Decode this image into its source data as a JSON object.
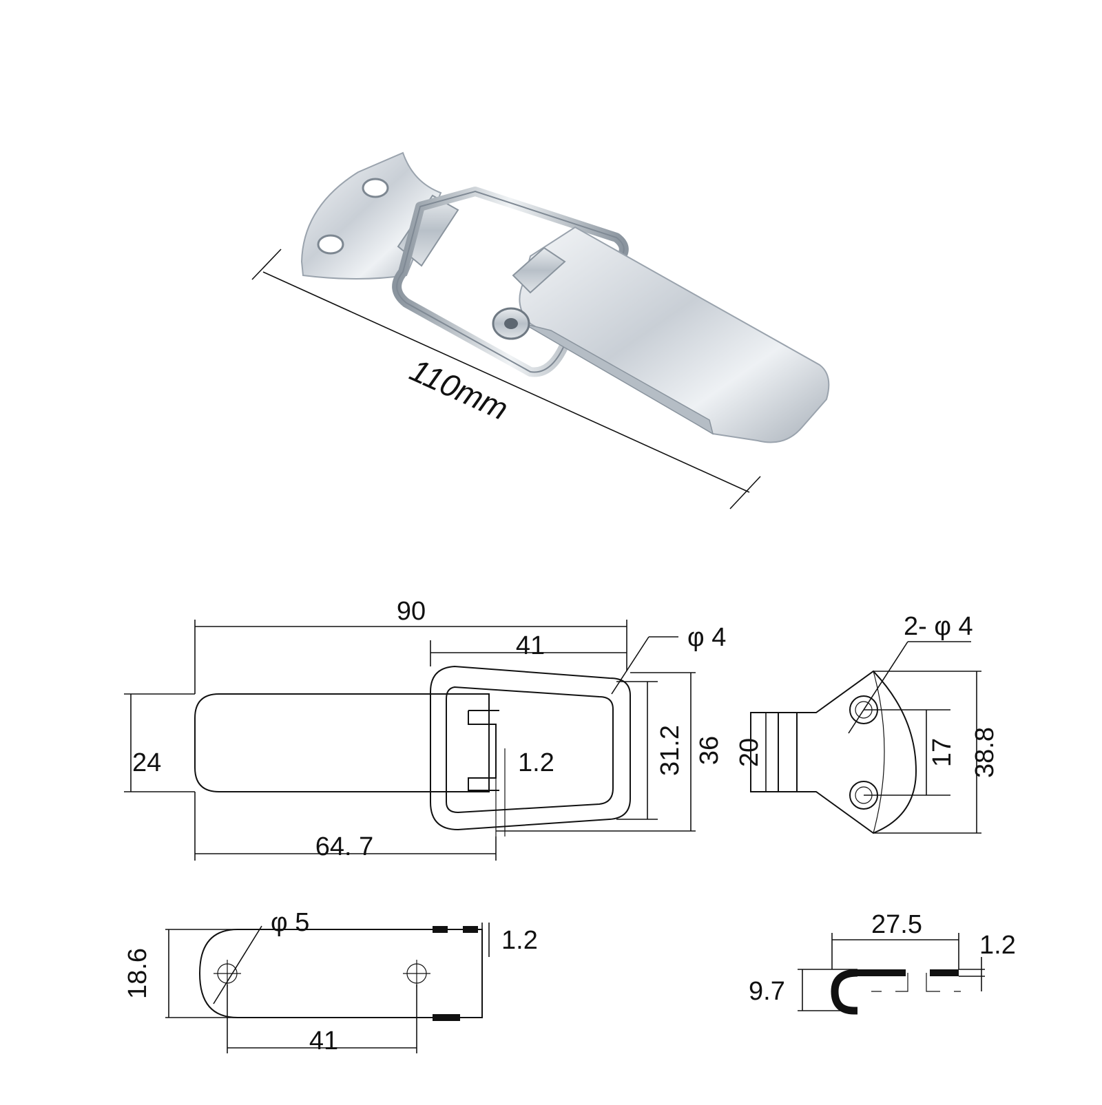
{
  "photo": {
    "overall_length": "110mm"
  },
  "front_view": {
    "overall": "90",
    "bail_length": "41",
    "bail_wire_dia": "φ 4",
    "lever_width": "24",
    "bail_inner": "31.2",
    "bail_outer": "36",
    "thickness": "1.2",
    "lever_length": "64. 7"
  },
  "catch_view": {
    "holes": "2- φ 4",
    "base_width": "20",
    "hole_spacing": "17",
    "height": "38.8"
  },
  "bottom_view": {
    "pivot_hole": "φ 5",
    "width": "18.6",
    "thickness": "1.2",
    "hole_spacing": "41"
  },
  "section_view": {
    "length": "27.5",
    "thickness": "1.2",
    "height": "9.7"
  }
}
